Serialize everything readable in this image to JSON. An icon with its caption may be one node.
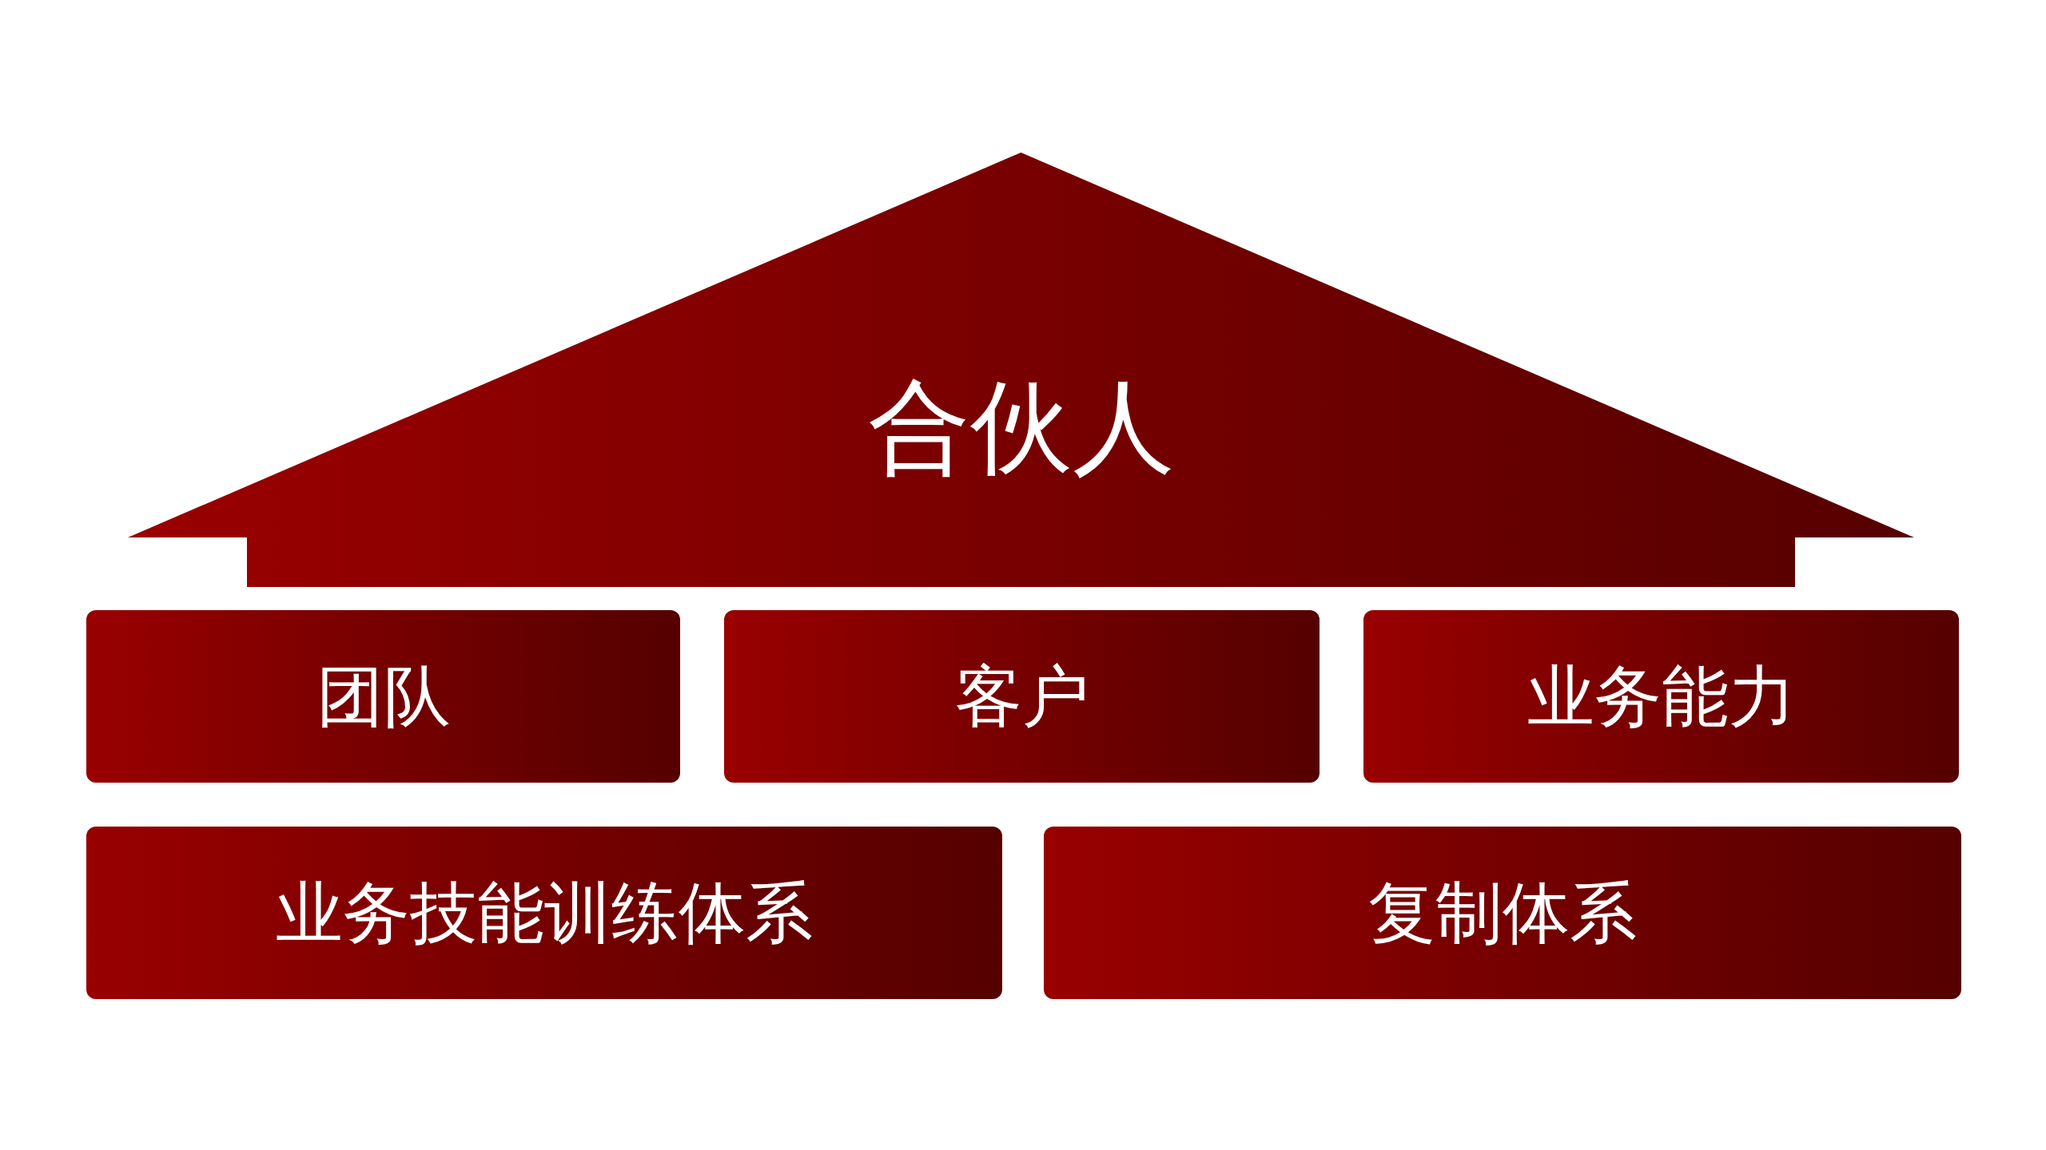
{
  "diagram": {
    "nodes": [
      {
        "text": [
          "合伙人"
        ]
      },
      {
        "text": [
          "团队"
        ]
      },
      {
        "text": [
          "客户"
        ]
      },
      {
        "text": [
          "业务能力"
        ]
      },
      {
        "text": [
          "业务技能训练体系"
        ]
      },
      {
        "text": [
          "复制体系"
        ]
      }
    ]
  }
}
